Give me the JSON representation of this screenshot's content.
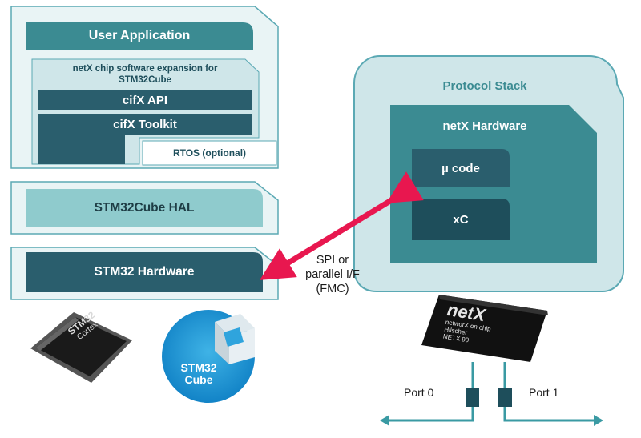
{
  "left_stack": {
    "user_application": "User Application",
    "expansion_title": "netX chip software expansion for STM32Cube",
    "cifx_api": "cifX API",
    "cifx_toolkit": "cifX Toolkit",
    "rtos": "RTOS (optional)",
    "hal": "STM32Cube HAL",
    "hardware": "STM32 Hardware"
  },
  "right_stack": {
    "protocol_stack": "Protocol Stack",
    "netx_hardware": "netX Hardware",
    "micro_code": "µ code",
    "xc": "xC"
  },
  "connection": {
    "line1": "SPI or",
    "line2": "parallel I/F",
    "line3": "(FMC)"
  },
  "ports": {
    "port0": "Port 0",
    "port1": "Port 1"
  },
  "chip_netx": {
    "logo": "netX",
    "line1": "networX on chip",
    "line2": "Hilscher",
    "line3": "NETX 90"
  },
  "chip_stm32": {
    "logo_text": "STM32",
    "core_text": "Cortex"
  },
  "stm32cube_logo": {
    "line1": "STM32",
    "line2": "Cube"
  },
  "colors": {
    "dark_teal": "#2a5e6d",
    "mid_teal": "#3b8b92",
    "light_teal": "#8fcbcd",
    "pale_teal": "#cfe6e9",
    "panel_border": "#5ba9b4",
    "arrow_pink": "#e8174f",
    "port_teal": "#3a9aa3"
  }
}
